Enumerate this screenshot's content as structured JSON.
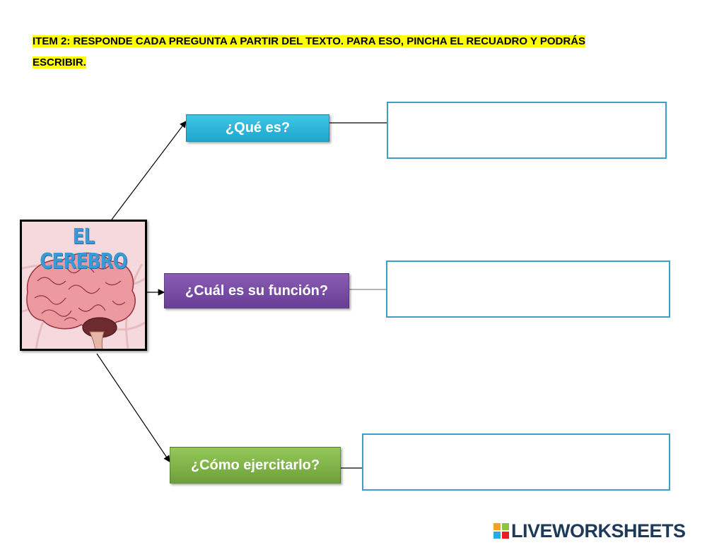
{
  "instruction": {
    "line1": "ITEM 2:  RESPONDE CADA PREGUNTA A PARTIR DEL TEXTO. PARA ESO, PINCHA EL RECUADRO Y PODRÁS",
    "line2": "ESCRIBIR."
  },
  "image_title": "EL CEREBRO",
  "questions": [
    {
      "label": "¿Qué es?",
      "color": "#29b4d9"
    },
    {
      "label": "¿Cuál es su función?",
      "color": "#7a4ca5"
    },
    {
      "label": "¿Cómo ejercitarlo?",
      "color": "#82b64a"
    }
  ],
  "answers": [
    {
      "value": ""
    },
    {
      "value": ""
    },
    {
      "value": ""
    }
  ],
  "colors": {
    "highlight": "#ffff00",
    "answer_border": "#3e9fc4",
    "brain": "#e88a8f"
  },
  "footer": {
    "brand": "LIVEWORKSHEETS",
    "icon": "liveworksheets-logo-icon"
  }
}
